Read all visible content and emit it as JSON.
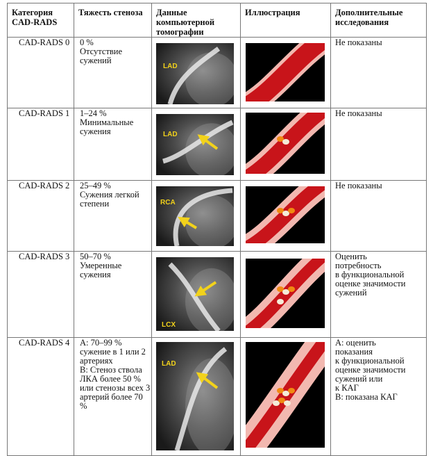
{
  "headers": {
    "category": "Категория CAD-RADS",
    "severity": "Тяжесть стеноза",
    "ct": "Данные компьютерной томографии",
    "illustration": "Иллюстрация",
    "extra": "Дополнительные исследования"
  },
  "rows": [
    {
      "category": "CAD-RADS 0",
      "severity": [
        "0 %",
        "Отсутствие",
        "сужений"
      ],
      "ct_label": "LAD",
      "extra": [
        "Не показаны"
      ]
    },
    {
      "category": "CAD-RADS 1",
      "severity": [
        "1–24 %",
        "Минимальные",
        "сужения"
      ],
      "ct_label": "LAD",
      "extra": [
        "Не показаны"
      ]
    },
    {
      "category": "CAD-RADS 2",
      "severity": [
        "25–49 %",
        "Сужения легкой",
        "степени"
      ],
      "ct_label": "RCA",
      "extra": [
        "Не показаны"
      ]
    },
    {
      "category": "CAD-RADS 3",
      "severity": [
        "50–70 %",
        "Умеренные",
        "сужения"
      ],
      "ct_label": "LCX",
      "extra": [
        "Оценить",
        "потребность",
        "в функциональной",
        "оценке значимости",
        "сужений"
      ]
    },
    {
      "category": "CAD-RADS 4",
      "severity": [
        "A: 70–99 %",
        "сужение в 1 или 2",
        "артериях",
        "B: Стеноз ствола",
        "ЛКА более 50 %",
        "или стенозы всех 3",
        "артерий более 70 %"
      ],
      "ct_label": "LAD",
      "extra": [
        "A: оценить",
        "показания",
        "к функциональной",
        "оценке значимости",
        "сужений или",
        "к КАГ",
        "B: показана КАГ"
      ]
    }
  ],
  "colors": {
    "vessel_red": "#c8141a",
    "vessel_wall": "#f2b8b0",
    "plaque_orange": "#f08a12",
    "arrow_yellow": "#f2d21b"
  }
}
